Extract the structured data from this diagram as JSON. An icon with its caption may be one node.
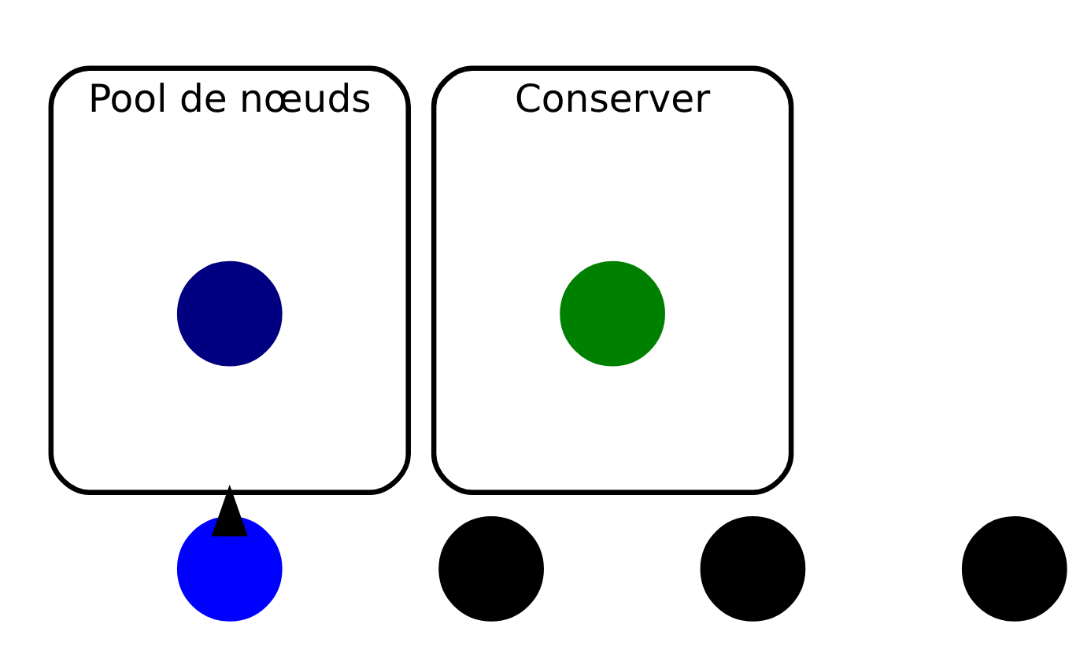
{
  "diagram": {
    "nodes": [
      {
        "text": [
          "Pool de nœuds"
        ]
      },
      {
        "text": [],
        "shape": "circle",
        "in": 0
      },
      {
        "text": [],
        "shape": "circle"
      },
      {
        "text": [],
        "shape": "circle"
      },
      {
        "text": [],
        "shape": "circle"
      },
      {
        "text": [],
        "shape": "circle"
      },
      {
        "text": [
          "Conserver"
        ]
      },
      {
        "text": [],
        "shape": "circle",
        "in": 6
      }
    ],
    "edges": [
      {
        "from": 2,
        "to": 0,
        "arrow": "to"
      }
    ]
  }
}
